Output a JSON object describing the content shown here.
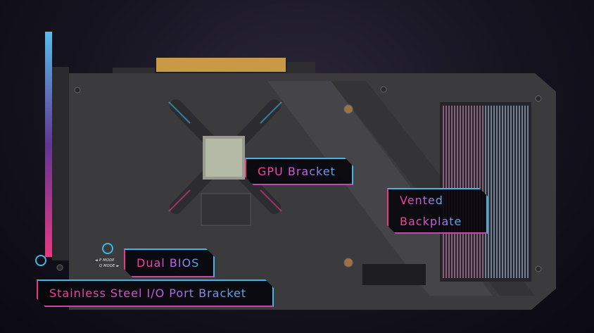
{
  "labels": {
    "gpu_bracket": "GPU Bracket",
    "vented_backplate_line1": "Vented",
    "vented_backplate_line2": "Backplate",
    "dual_bios": "Dual BIOS",
    "io_bracket": "Stainless Steel I/O Port Bracket"
  },
  "bios_switch": {
    "p_mode": "◄ P MODE",
    "q_mode": "Q MODE ►"
  },
  "colors": {
    "pink": "#ff3d8e",
    "purple": "#c45ee0",
    "cyan": "#3fb6e6",
    "backplate": "#3b3b3e"
  }
}
